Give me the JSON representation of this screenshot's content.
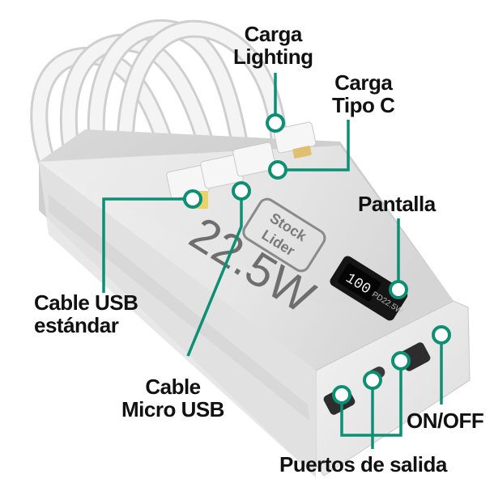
{
  "colors": {
    "accent": "#0d8f73",
    "text": "#111111",
    "body_light": "#e9e9e9",
    "body_shadow": "#b9b9b9"
  },
  "labels": {
    "carga_lighting": [
      "Carga",
      "Lighting"
    ],
    "carga_tipo_c": [
      "Carga",
      "Tipo C"
    ],
    "pantalla": "Pantalla",
    "cable_usb_estandar": [
      "Cable USB",
      "estándar"
    ],
    "cable_micro_usb": [
      "Cable",
      "Micro USB"
    ],
    "on_off": "ON/OFF",
    "puertos_de_salida": "Puertos de salida"
  },
  "device": {
    "power_label": "22.5W",
    "logo_line1": "Stock",
    "logo_line2": "Lider",
    "display_text": "PD22.5W",
    "display_reading": "100"
  }
}
